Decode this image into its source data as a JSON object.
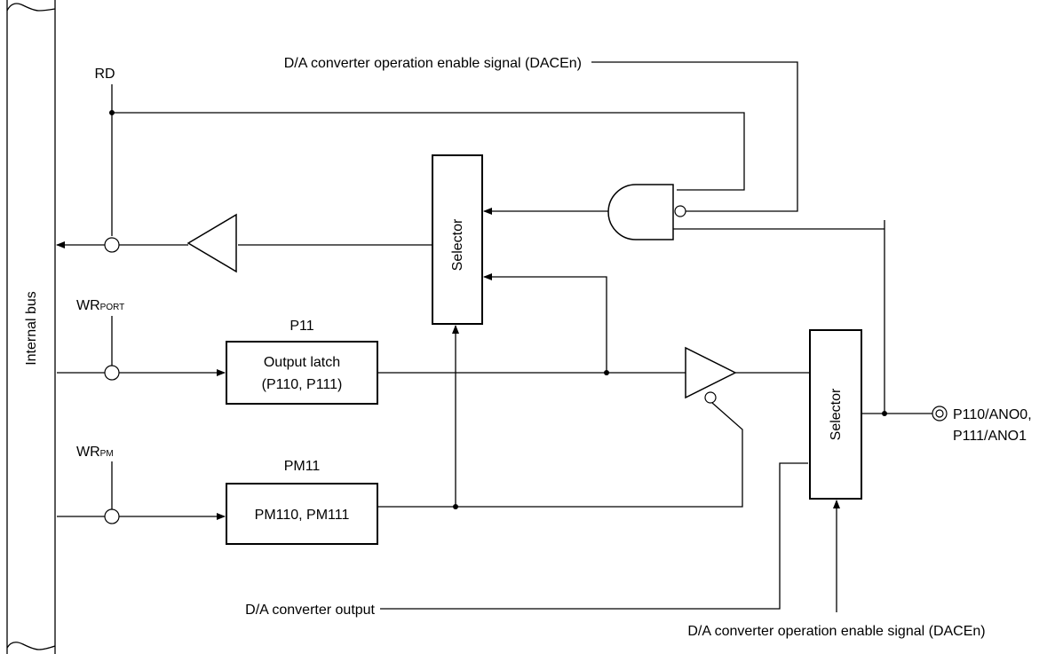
{
  "bus": {
    "label": "Internal bus"
  },
  "signals": {
    "rd": "RD",
    "wr_port_main": "WR",
    "wr_port_sub": "PORT",
    "wr_pm_main": "WR",
    "wr_pm_sub": "PM",
    "dacen_top": "D/A converter operation enable signal (DACEn)",
    "dacen_bottom": "D/A converter operation enable signal (DACEn)",
    "da_output": "D/A converter output"
  },
  "blocks": {
    "p11_title": "P11",
    "output_latch_line1": "Output latch",
    "output_latch_line2": "(P110, P111)",
    "pm11_title": "PM11",
    "pm11_content": "PM110, PM111",
    "selector_upper": "Selector",
    "selector_lower": "Selector"
  },
  "pin": {
    "line1": "P110/ANO0,",
    "line2": "P111/ANO1"
  }
}
